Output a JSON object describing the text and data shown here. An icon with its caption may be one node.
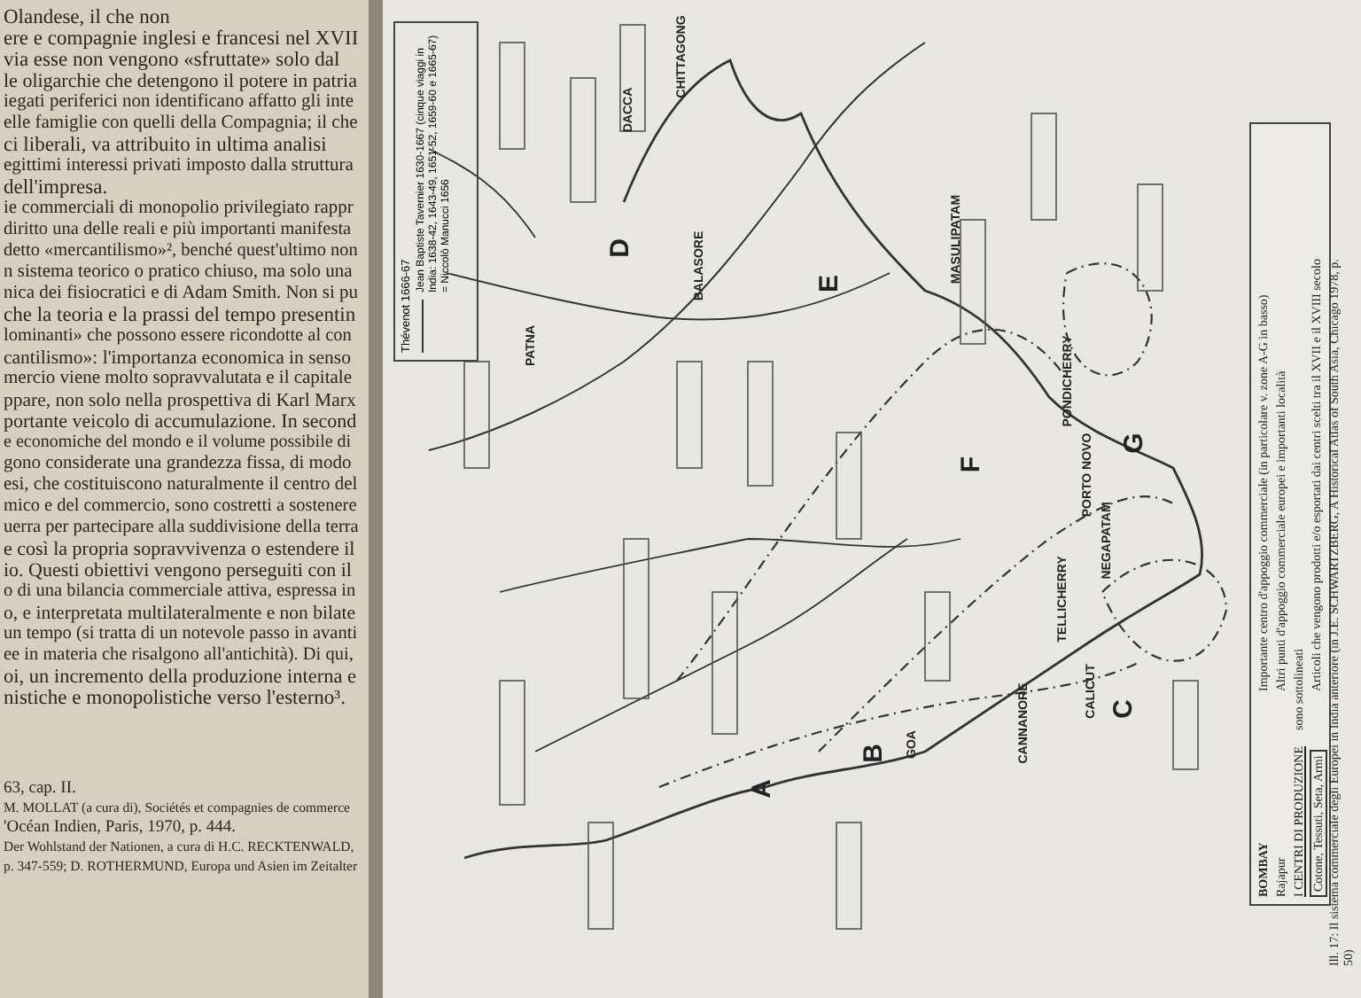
{
  "diagram": {
    "caption": "Ill. 17: Il sistema commerciale degli Europei in India anteriore (in J.E. SCHWARTZBERG, A Historical Atlas of South Asia, Chicago 1978, p. 50)",
    "labels": [
      "Olandese, il che non",
      "ere e compagnie inglesi e francesi nel XVII",
      "via esse non vengono «sfruttate» solo dal",
      "le oligarchie che detengono il potere in patria",
      "iegati periferici non identificano affatto gli inte",
      "elle famiglie con quelli della Compagnia; il che",
      "ci liberali, va attribuito in ultima analisi",
      "egittimi interessi privati imposto dalla struttura",
      "dell'impresa.",
      "ie commerciali di monopolio privilegiato rappr",
      "diritto una delle reali e più importanti manifesta",
      "detto «mercantilismo»², benché quest'ultimo non",
      "n sistema teorico o pratico chiuso, ma solo una",
      "nica dei fisiocratici e di Adam Smith. Non si pu",
      "che la teoria e la prassi del tempo presentin",
      "lominanti» che possono essere ricondotte al con",
      "cantilismo»: l'importanza economica in senso",
      "mercio viene molto sopravvalutata e il capitale",
      "ppare, non solo nella prospettiva di Karl Marx",
      "portante veicolo di accumulazione. In second",
      "e economiche del mondo e il volume possibile di",
      "gono considerate una grandezza fissa, di modo",
      "esi, che costituiscono naturalmente il centro del",
      "mico e del commercio, sono costretti a sostenere",
      "uerra per partecipare alla suddivisione della terra",
      "e così la propria sopravvivenza o estendere il",
      "io. Questi obiettivi vengono perseguiti con il",
      "o di una bilancia commerciale attiva, espressa in",
      "o, e interpretata multilateralmente e non bilate",
      "un tempo (si tratta di un notevole passo in avanti",
      "ee in materia che risalgono all'antichità). Di qui,",
      "oi, un incremento della produzione interna e",
      "nistiche e monopolistiche verso l'esterno³.",
      "63, cap. II.",
      "M. MOLLAT (a cura di), Sociétés et compagnies de commerce",
      "'Océan Indien, Paris, 1970, p. 444.",
      "Der Wohlstand der Nationen, a cura di H.C. RECKTENWALD,",
      "p. 347-559; D. ROTHERMUND, Europa und Asien im Zeitalter",
      "Thévenot 1666-67",
      "Jean Baptiste Tavernier 1630-1667 (cinque viaggi in India: 1638-42, 1643-49, 1651-52, 1659-60 e 1665-67) = Niccolò Manucci 1656",
      "DACCA",
      "CHITTAGONG",
      "D",
      "BALASORE",
      "E",
      "MASULIPATAM",
      "PATNA",
      "PONDICHERRY",
      "F",
      "PORTO NOVO",
      "G",
      "NEGAPATAM",
      "TELLICHERRY",
      "A",
      "B",
      "GOA",
      "CANNANORE",
      "CALICUT",
      "C",
      "BOMBAY",
      "Rajapur",
      "I CENTRI DI PRODUZIONE",
      "Cotone, Tessuti, Seta, Armi"
    ],
    "legend": [
      {
        "text": "Importante centro d'appoggio commerciale (in particolare v. zone A-G in basso)"
      },
      {
        "text": "Altri punti d'appoggio commerciale europei e importanti località"
      },
      {
        "text": "sono sottolineati"
      },
      {
        "text": "Articoli che vengono prodotti e/o esportati dai centri scelti tra il XVII e il XVIII secolo"
      }
    ]
  }
}
